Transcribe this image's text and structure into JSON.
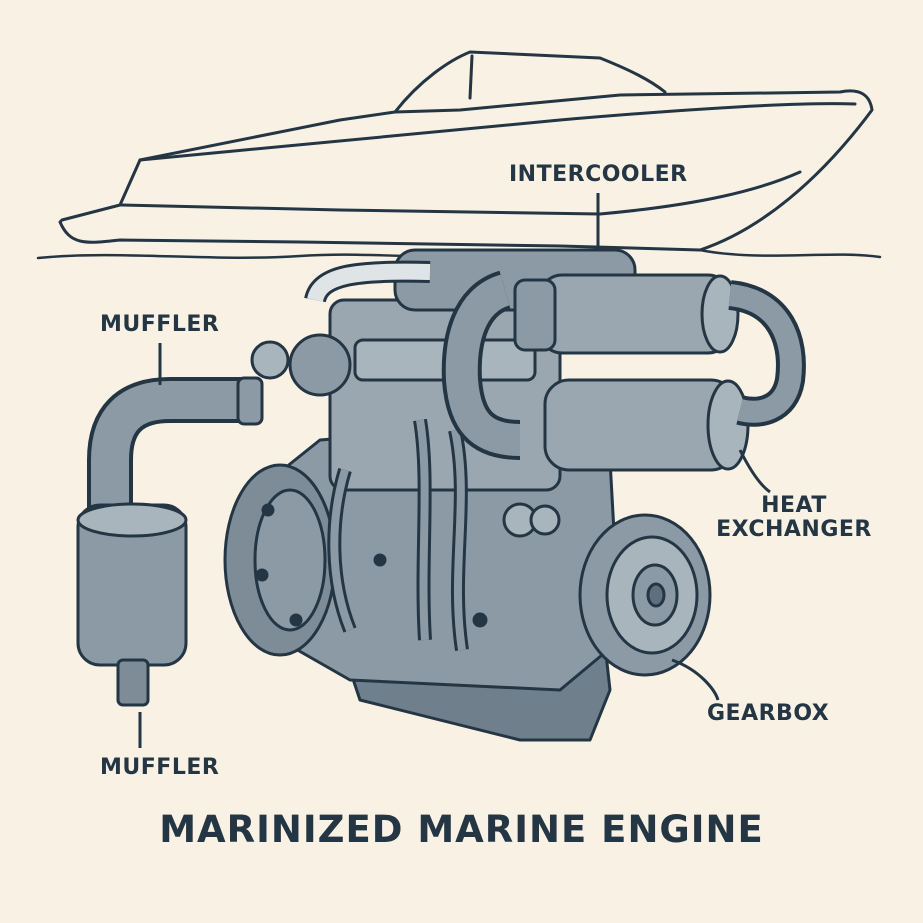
{
  "title": "MARINIZED MARINE ENGINE",
  "labels": {
    "intercooler": "INTERCOOLER",
    "muffler_top": "MUFFLER",
    "muffler_bottom": "MUFFLER",
    "heat_exchanger_line1": "HEAT",
    "heat_exchanger_line2": "EXCHANGER",
    "gearbox": "GEARBOX"
  },
  "icons": [
    "boat-hull-icon",
    "water-line-icon",
    "engine-block-icon",
    "muffler-icon",
    "intercooler-icon",
    "heat-exchanger-icon",
    "gearbox-pulley-icon"
  ],
  "colors": {
    "background": "#f8f1e4",
    "ink": "#243544",
    "metal": "#8c9aa5",
    "metal_light": "#a9b5bd",
    "metal_dark": "#5f6f7b"
  }
}
